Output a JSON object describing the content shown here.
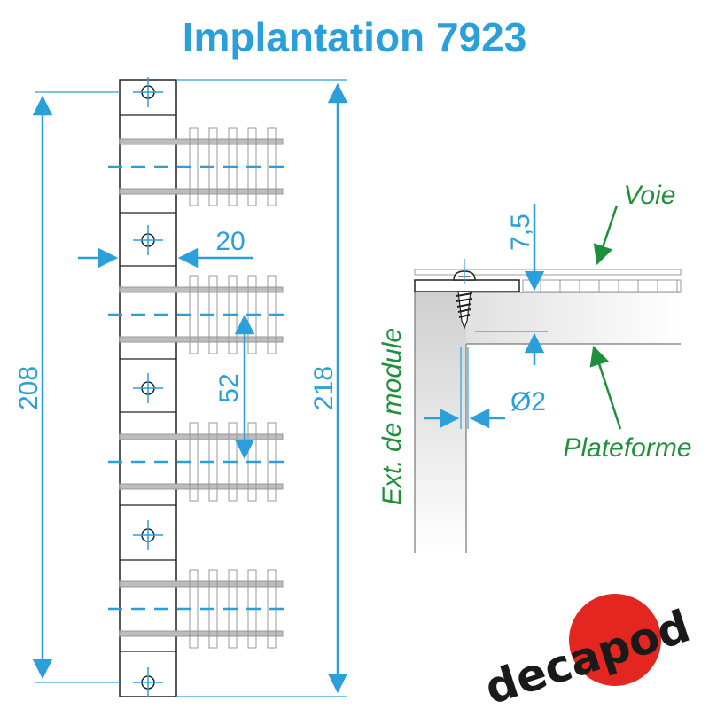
{
  "title": "Implantation 7923",
  "dimensions": {
    "total_length_inner": "208",
    "total_length_outer": "218",
    "width": "20",
    "spacing": "52",
    "height": "7,5",
    "diameter": "Ø2"
  },
  "labels": {
    "track": "Voie",
    "platform": "Plateforme",
    "module_edge": "Ext. de module"
  },
  "brand": "decapod",
  "colors": {
    "accent_blue": "#2a9fd9",
    "label_green": "#1e8f3a",
    "brand_red": "#e3261f",
    "line_dark": "#222222",
    "sleeper_grey": "#999999"
  }
}
